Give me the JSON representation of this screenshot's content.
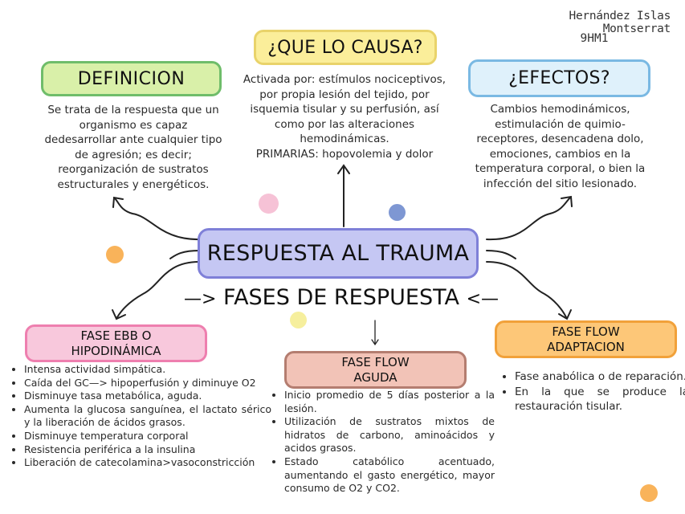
{
  "author": {
    "name": "Hernández Islas Montserrat",
    "group": "9HM1"
  },
  "center": {
    "title": "RESPUESTA AL TRAUMA",
    "phases_label": "FASES DE RESPUESTA",
    "left_arrow": "—>",
    "right_arrow": "<—"
  },
  "definicion": {
    "title": "DEFINICION",
    "text": "Se trata de la respuesta que un organismo es capaz dedesarrollar ante cualquier tipo de agresión; es decir; reorganización de sustratos estructurales y energéticos."
  },
  "causa": {
    "title": "¿QUE LO CAUSA?",
    "text": "Activada por: estímulos nociceptivos, por propia lesión del tejido, por isquemia tisular y su perfusión, así como por las alteraciones hemodinámicas.",
    "primarias": "PRIMARIAS: hopovolemia y dolor"
  },
  "efectos": {
    "title": "¿EFECTOS?",
    "text": "Cambios hemodinámicos, estimulación de quimio-receptores, desencadena dolo, emociones, cambios en la temperatura corporal, o bien la infección del sitio lesionado."
  },
  "fase_ebb": {
    "title_line1": "FASE EBB O",
    "title_line2": "HIPODINÁMICA",
    "items": [
      "Intensa actividad simpática.",
      "Caída del GC—> hipoperfusión y diminuye O2",
      "Disminuye tasa metabólica, aguda.",
      "Aumenta la glucosa sanguínea, el lactato sérico y la liberación de ácidos grasos.",
      "Disminuye temperatura corporal",
      "Resistencia periférica a la insulina",
      "Liberación de catecolamina>vasoconstricción"
    ]
  },
  "fase_flow_aguda": {
    "title_line1": "FASE FLOW",
    "title_line2": "AGUDA",
    "items": [
      "Inicio promedio de 5 días posterior a la lesión.",
      "Utilización de sustratos mixtos de hidratos de carbono, aminoácidos y acidos grasos.",
      "Estado catabólico acentuado, aumentando el gasto energético, mayor consumo de O2 y CO2."
    ]
  },
  "fase_flow_adaptacion": {
    "title_line1": "FASE FLOW",
    "title_line2": "ADAPTACION",
    "items": [
      "Fase anabólica o de reparación.",
      "En la que se produce la restauración tisular."
    ]
  },
  "colors": {
    "definicion": "#d9f0a9",
    "definicion_border": "#6fbd6a",
    "causa": "#fbee9a",
    "causa_border": "#e9d36a",
    "efectos": "#dff1fb",
    "efectos_border": "#7ab9e3",
    "center": "#c5c7f3",
    "center_border": "#7f80d8",
    "ebb": "#f8c8dc",
    "ebb_border": "#ee7faf",
    "aguda": "#f2c3b7",
    "aguda_border": "#b47d70",
    "adaptacion": "#fdc778",
    "adaptacion_border": "#f1a13a",
    "dot_pink": "#f6c2d6",
    "dot_blue": "#7e97d3",
    "dot_orange": "#f9b35a",
    "dot_yellow": "#f6ef9d"
  }
}
